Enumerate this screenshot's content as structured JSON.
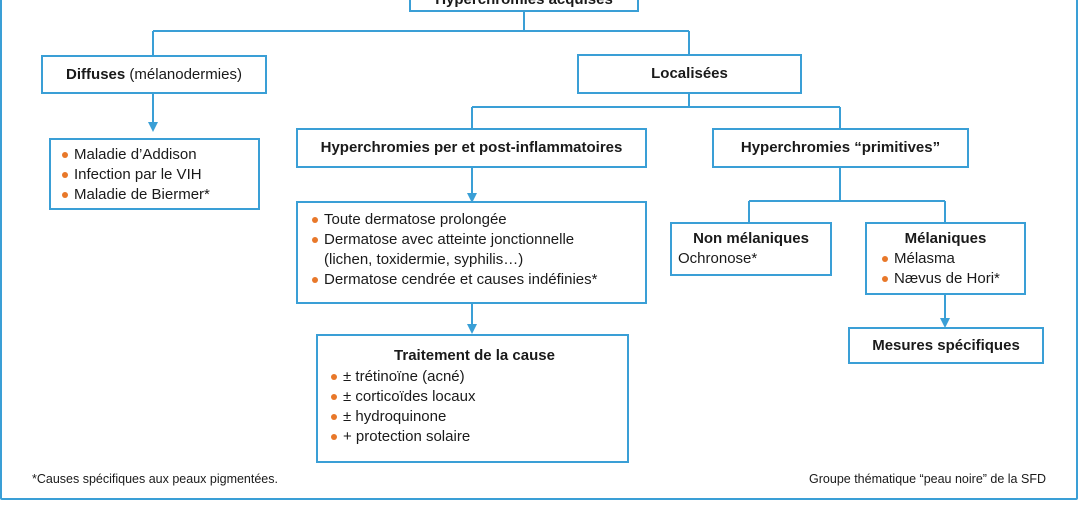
{
  "root": {
    "label": "Hyperchromies acquises"
  },
  "diffuses": {
    "label_bold": "Diffuses",
    "label_rest": " (mélanodermies)"
  },
  "diffuses_list": {
    "items": [
      "Maladie d’Addison",
      "Infection par le VIH",
      "Maladie de Biermer*"
    ]
  },
  "localisees": {
    "label": "Localisées"
  },
  "post_inflam": {
    "label": "Hyperchromies per et post-inflammatoires"
  },
  "post_inflam_list": {
    "item1": "Toute dermatose prolongée",
    "item2": "Dermatose avec atteinte jonctionnelle",
    "item2_cont": "(lichen, toxidermie, syphilis…)",
    "item3": "Dermatose cendrée et causes indéfinies*"
  },
  "traitement": {
    "head": "Traitement de la cause",
    "items": [
      "± trétinoïne (acné)",
      "± corticoïdes locaux",
      "± hydroquinone",
      "+ protection solaire"
    ]
  },
  "primitives": {
    "label": "Hyperchromies “primitives”"
  },
  "non_melaniques": {
    "head": "Non mélaniques",
    "text": "Ochronose*"
  },
  "melaniques": {
    "head": "Mélaniques",
    "items": [
      "Mélasma",
      "Nævus de Hori*"
    ]
  },
  "mesures": {
    "label": "Mesures spécifiques"
  },
  "footnote_left": "*Causes spécifiques aux peaux pigmentées.",
  "footnote_right": "Groupe thématique “peau noire” de la SFD",
  "colors": {
    "border": "#3a9fd6",
    "bullet": "#e8782a",
    "text": "#1a1a1a"
  }
}
